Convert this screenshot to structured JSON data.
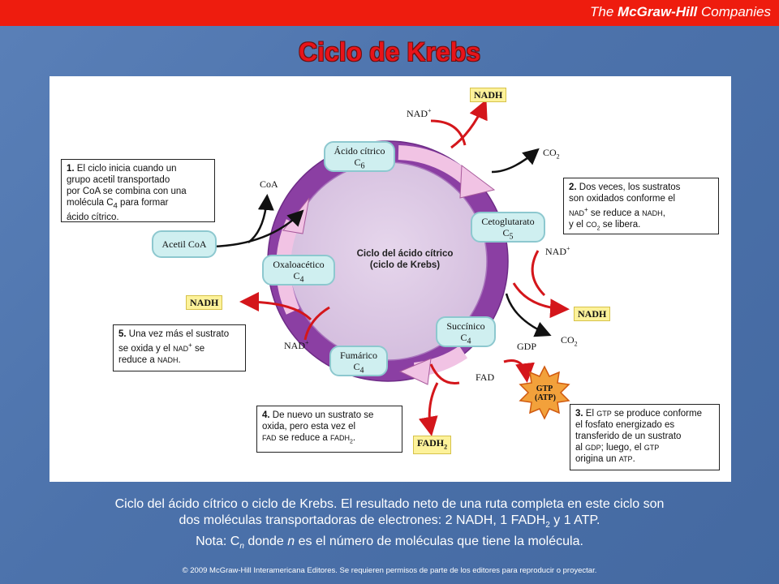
{
  "header": {
    "brand_prefix": "The ",
    "brand_bold": "McGraw-Hill",
    "brand_suffix": " Companies",
    "title": "Ciclo de Krebs"
  },
  "diagram": {
    "center": {
      "line1": "Ciclo del ácido cítrico",
      "line2": "(ciclo de Krebs)"
    },
    "molecules": {
      "citrico": {
        "name": "Ácido cítrico",
        "formula": "C",
        "sub": "6"
      },
      "cetoglutarato": {
        "name": "Cetoglutarato",
        "formula": "C",
        "sub": "5"
      },
      "succinico": {
        "name": "Succínico",
        "formula": "C",
        "sub": "4"
      },
      "fumarico": {
        "name": "Fumárico",
        "formula": "C",
        "sub": "4"
      },
      "oxaloacetico": {
        "name": "Oxaloacético",
        "formula": "C",
        "sub": "4"
      },
      "acetil": {
        "name": "Acetil CoA"
      }
    },
    "labels": {
      "nad_top": "NAD",
      "nadh_top": "NADH",
      "co2_top": "CO",
      "coa": "CoA",
      "nad_right": "NAD",
      "nadh_right": "NADH",
      "co2_right": "CO",
      "gdp": "GDP",
      "gtp": "GTP",
      "atp": "(ATP)",
      "fad": "FAD",
      "fadh2": "FADH",
      "nad_left": "NAD",
      "nadh_left": "NADH",
      "sub2": "2",
      "plus": "+"
    },
    "notes": {
      "n1": {
        "num": "1.",
        "l1": "El ciclo inicia cuando un",
        "l2": "grupo acetil transportado",
        "l3": "por CoA se combina con una",
        "l4": "molécula C",
        "l4sub": "4",
        "l4b": " para formar",
        "l5": "ácido cítrico."
      },
      "n2": {
        "num": "2.",
        "l1": "Dos veces, los sustratos",
        "l2": "son oxidados conforme el",
        "l3a": "NAD",
        "l3b": " se reduce a ",
        "l3c": "NADH",
        "l3d": ",",
        "l4a": "y el ",
        "l4b": "CO",
        "l4c": "2",
        "l4d": " se libera."
      },
      "n3": {
        "num": "3.",
        "l1a": "El ",
        "l1b": "GTP",
        "l1c": " se produce conforme",
        "l2": "el fosfato energizado es",
        "l3": "transferido de un sustrato",
        "l4a": "al ",
        "l4b": "GDP",
        "l4c": "; luego, el ",
        "l4d": "GTP",
        "l5a": "origina un ",
        "l5b": "ATP",
        "l5c": "."
      },
      "n4": {
        "num": "4.",
        "l1": "De nuevo un sustrato se",
        "l2": "oxida, pero esta vez el",
        "l3a": "FAD",
        "l3b": " se reduce a ",
        "l3c": "FADH",
        "l3d": "2",
        "l3e": "."
      },
      "n5": {
        "num": "5.",
        "l1": "Una vez más el sustrato",
        "l2a": "se oxida y el ",
        "l2b": "NAD",
        "l2c": "+",
        "l2d": " se",
        "l3a": "reduce a ",
        "l3b": "NADH",
        "l3c": "."
      }
    }
  },
  "caption": {
    "l1": "Ciclo del ácido cítrico o ciclo de Krebs. El resultado neto de una ruta completa en este ciclo son",
    "l2a": "dos moléculas transportadoras de electrones: 2 NADH, 1 FADH",
    "l2sub": "2",
    "l2b": " y 1 ATP.",
    "l3a": "Nota: C",
    "l3sub": "n",
    "l3b": " donde ",
    "l3c": "n",
    "l3d": " es el número de moléculas que tiene la molécula."
  },
  "footer": "© 2009 McGraw-Hill Interamericana Editores. Se requieren permisos de parte de los editores para reproducir o proyectar."
}
